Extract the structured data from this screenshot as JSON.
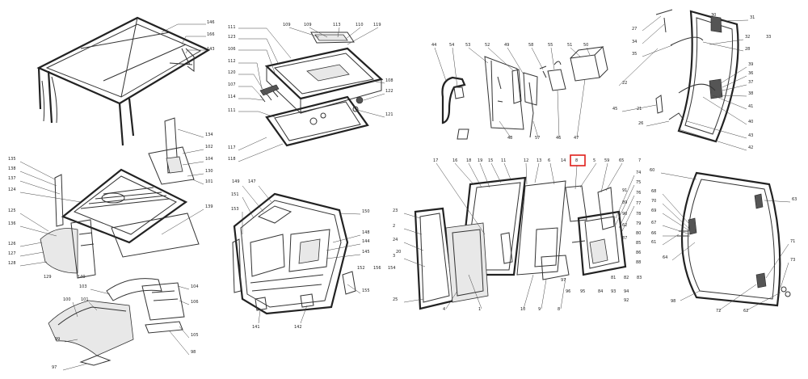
{
  "highlight": {
    "label": "8",
    "color": "#e0201b"
  },
  "callouts": [
    {
      "id": "c146",
      "text": "146"
    },
    {
      "id": "c166",
      "text": "166"
    },
    {
      "id": "c143",
      "text": "143"
    },
    {
      "id": "c111a",
      "text": "111"
    },
    {
      "id": "c123",
      "text": "123"
    },
    {
      "id": "c106",
      "text": "106"
    },
    {
      "id": "c112",
      "text": "112"
    },
    {
      "id": "c120",
      "text": "120"
    },
    {
      "id": "c107",
      "text": "107"
    },
    {
      "id": "c114",
      "text": "114"
    },
    {
      "id": "c111b",
      "text": "111"
    },
    {
      "id": "c109",
      "text": "109"
    },
    {
      "id": "c109b",
      "text": "109"
    },
    {
      "id": "c113",
      "text": "113"
    },
    {
      "id": "c110",
      "text": "110"
    },
    {
      "id": "c119",
      "text": "119"
    },
    {
      "id": "c108",
      "text": "108"
    },
    {
      "id": "c122",
      "text": "122"
    },
    {
      "id": "c121",
      "text": "121"
    },
    {
      "id": "c117",
      "text": "117"
    },
    {
      "id": "c118",
      "text": "118"
    },
    {
      "id": "c44",
      "text": "44"
    },
    {
      "id": "c54",
      "text": "54"
    },
    {
      "id": "c53",
      "text": "53"
    },
    {
      "id": "c52",
      "text": "52"
    },
    {
      "id": "c49",
      "text": "49"
    },
    {
      "id": "c58",
      "text": "58"
    },
    {
      "id": "c55",
      "text": "55"
    },
    {
      "id": "c51",
      "text": "51"
    },
    {
      "id": "c50",
      "text": "50"
    },
    {
      "id": "c48",
      "text": "48"
    },
    {
      "id": "c57",
      "text": "57"
    },
    {
      "id": "c46",
      "text": "46"
    },
    {
      "id": "c47",
      "text": "47"
    },
    {
      "id": "c27",
      "text": "27"
    },
    {
      "id": "c34",
      "text": "34"
    },
    {
      "id": "c35",
      "text": "35"
    },
    {
      "id": "c30",
      "text": "30"
    },
    {
      "id": "c31",
      "text": "31"
    },
    {
      "id": "c32",
      "text": "32"
    },
    {
      "id": "c33",
      "text": "33"
    },
    {
      "id": "c28",
      "text": "28"
    },
    {
      "id": "c39",
      "text": "39"
    },
    {
      "id": "c36",
      "text": "36"
    },
    {
      "id": "c37",
      "text": "37"
    },
    {
      "id": "c38",
      "text": "38"
    },
    {
      "id": "c22",
      "text": "22"
    },
    {
      "id": "c45",
      "text": "45"
    },
    {
      "id": "c21",
      "text": "21"
    },
    {
      "id": "c26",
      "text": "26"
    },
    {
      "id": "c41",
      "text": "41"
    },
    {
      "id": "c40",
      "text": "40"
    },
    {
      "id": "c43",
      "text": "43"
    },
    {
      "id": "c42",
      "text": "42"
    },
    {
      "id": "c134",
      "text": "134"
    },
    {
      "id": "c102",
      "text": "102"
    },
    {
      "id": "c104",
      "text": "104"
    },
    {
      "id": "c130",
      "text": "130"
    },
    {
      "id": "c101",
      "text": "101"
    },
    {
      "id": "c135",
      "text": "135"
    },
    {
      "id": "c138",
      "text": "138"
    },
    {
      "id": "c137",
      "text": "137"
    },
    {
      "id": "c124",
      "text": "124"
    },
    {
      "id": "c125",
      "text": "125"
    },
    {
      "id": "c139",
      "text": "139"
    },
    {
      "id": "c136",
      "text": "136"
    },
    {
      "id": "c126",
      "text": "126"
    },
    {
      "id": "c127",
      "text": "127"
    },
    {
      "id": "c128",
      "text": "128"
    },
    {
      "id": "c129",
      "text": "129"
    },
    {
      "id": "c140",
      "text": "140"
    },
    {
      "id": "c149",
      "text": "149"
    },
    {
      "id": "c147",
      "text": "147"
    },
    {
      "id": "c151",
      "text": "151"
    },
    {
      "id": "c150",
      "text": "150"
    },
    {
      "id": "c153",
      "text": "153"
    },
    {
      "id": "c148",
      "text": "148"
    },
    {
      "id": "c144",
      "text": "144"
    },
    {
      "id": "c145",
      "text": "145"
    },
    {
      "id": "c152",
      "text": "152"
    },
    {
      "id": "c156",
      "text": "156"
    },
    {
      "id": "c154",
      "text": "154"
    },
    {
      "id": "c155",
      "text": "155"
    },
    {
      "id": "c141",
      "text": "141"
    },
    {
      "id": "c142",
      "text": "142"
    },
    {
      "id": "c17",
      "text": "17"
    },
    {
      "id": "c16",
      "text": "16"
    },
    {
      "id": "c18",
      "text": "18"
    },
    {
      "id": "c19",
      "text": "19"
    },
    {
      "id": "c15",
      "text": "15"
    },
    {
      "id": "c11",
      "text": "11"
    },
    {
      "id": "c12",
      "text": "12"
    },
    {
      "id": "c13",
      "text": "13"
    },
    {
      "id": "c6",
      "text": "6"
    },
    {
      "id": "c14",
      "text": "14"
    },
    {
      "id": "c8",
      "text": "8"
    },
    {
      "id": "c5",
      "text": "5"
    },
    {
      "id": "c59",
      "text": "59"
    },
    {
      "id": "c65",
      "text": "65"
    },
    {
      "id": "c7",
      "text": "7"
    },
    {
      "id": "c74",
      "text": "74"
    },
    {
      "id": "c75",
      "text": "75"
    },
    {
      "id": "c76",
      "text": "76"
    },
    {
      "id": "c77",
      "text": "77"
    },
    {
      "id": "c78",
      "text": "78"
    },
    {
      "id": "c79",
      "text": "79"
    },
    {
      "id": "c80",
      "text": "80"
    },
    {
      "id": "c85",
      "text": "85"
    },
    {
      "id": "c86",
      "text": "86"
    },
    {
      "id": "c88",
      "text": "88"
    },
    {
      "id": "c91",
      "text": "91"
    },
    {
      "id": "c89",
      "text": "89"
    },
    {
      "id": "c90",
      "text": "90"
    },
    {
      "id": "c62",
      "text": "62"
    },
    {
      "id": "c87",
      "text": "87"
    },
    {
      "id": "c81",
      "text": "81"
    },
    {
      "id": "c82",
      "text": "82"
    },
    {
      "id": "c83",
      "text": "83"
    },
    {
      "id": "c84",
      "text": "84"
    },
    {
      "id": "c93",
      "text": "93"
    },
    {
      "id": "c92",
      "text": "92"
    },
    {
      "id": "c94",
      "text": "94"
    },
    {
      "id": "c96",
      "text": "96"
    },
    {
      "id": "c95",
      "text": "95"
    },
    {
      "id": "c97",
      "text": "97"
    },
    {
      "id": "c20",
      "text": "20"
    },
    {
      "id": "c23",
      "text": "23"
    },
    {
      "id": "c2",
      "text": "2"
    },
    {
      "id": "c24",
      "text": "24"
    },
    {
      "id": "c3",
      "text": "3"
    },
    {
      "id": "c25",
      "text": "25"
    },
    {
      "id": "c4",
      "text": "4"
    },
    {
      "id": "c1",
      "text": "1"
    },
    {
      "id": "c10",
      "text": "10"
    },
    {
      "id": "c9",
      "text": "9"
    },
    {
      "id": "c8b",
      "text": "8"
    },
    {
      "id": "c60",
      "text": "60"
    },
    {
      "id": "c63",
      "text": "63"
    },
    {
      "id": "c68",
      "text": "68"
    },
    {
      "id": "c70",
      "text": "70"
    },
    {
      "id": "c69",
      "text": "69"
    },
    {
      "id": "c67",
      "text": "67"
    },
    {
      "id": "c66",
      "text": "66"
    },
    {
      "id": "c61",
      "text": "61"
    },
    {
      "id": "c64",
      "text": "64"
    },
    {
      "id": "c71",
      "text": "71"
    },
    {
      "id": "c73",
      "text": "73"
    },
    {
      "id": "c98",
      "text": "98"
    },
    {
      "id": "c72",
      "text": "72"
    },
    {
      "id": "c62b",
      "text": "62"
    },
    {
      "id": "c103",
      "text": "103"
    },
    {
      "id": "c100",
      "text": "100"
    },
    {
      "id": "c101b",
      "text": "101"
    },
    {
      "id": "c104b",
      "text": "104"
    },
    {
      "id": "c106b",
      "text": "106"
    },
    {
      "id": "c99",
      "text": "99"
    },
    {
      "id": "c105",
      "text": "105"
    },
    {
      "id": "c98b",
      "text": "98"
    },
    {
      "id": "c97b",
      "text": "97"
    }
  ]
}
